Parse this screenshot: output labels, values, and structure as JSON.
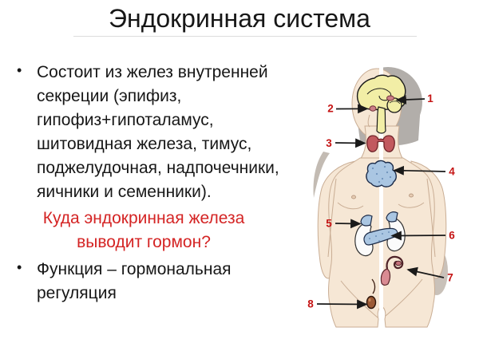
{
  "slide": {
    "title": "Эндокринная система",
    "bullet1": {
      "marker": "•",
      "text": "Состоит из желез внутренней\nсекреции (эпифиз,\nгипофиз+гипоталамус,\nшитовидная железа, тимус,\nподжелудочная, надпочечники,\nяичники и семенники)."
    },
    "question": "Куда эндокринная железа\nвыводит гормон?",
    "bullet2": {
      "marker": "•",
      "text": "Функция – гормональная\nрегуляция"
    }
  },
  "figure": {
    "markers": [
      {
        "label": "1"
      },
      {
        "label": "2"
      },
      {
        "label": "3"
      },
      {
        "label": "4"
      },
      {
        "label": "5"
      },
      {
        "label": "6"
      },
      {
        "label": "7"
      },
      {
        "label": "8"
      }
    ],
    "colors": {
      "marker_red": "#c51414",
      "question_red": "#d42424",
      "skin": "#f6e7d5",
      "brain_yellow": "#f2eea6",
      "thyroid_red": "#c2595e",
      "organ_blue": "#aac6e2"
    }
  }
}
